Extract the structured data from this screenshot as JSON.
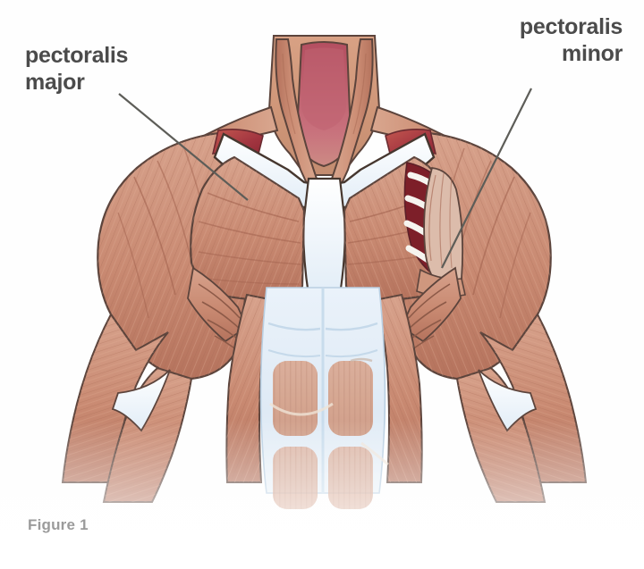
{
  "figure": {
    "caption": "Figure 1",
    "background_color": "#fefefe",
    "label_color": "#4b4b4b",
    "caption_color": "#9b9b9b",
    "subject": "anterior-chest-musculature"
  },
  "labels": [
    {
      "id": "pectoralis-major",
      "line1": "pectoralis",
      "line2": "major",
      "align": "left",
      "leader_from": [
        133,
        105
      ],
      "leader_to": [
        277,
        224
      ]
    },
    {
      "id": "pectoralis-minor",
      "line1": "pectoralis",
      "line2": "minor",
      "align": "right",
      "leader_from": [
        594,
        99
      ],
      "leader_to": [
        494,
        300
      ]
    }
  ],
  "palette": {
    "muscle_mid": "#c78a72",
    "muscle_light": "#d9a58f",
    "muscle_dark": "#ab6a55",
    "muscle_striation": "#b0715c",
    "outline": "#55403a",
    "tendon_white": "#f2f6fb",
    "fascia_blue": "#dfeaf5",
    "rib_white": "#f6f4ef",
    "deep_red": "#7d1f29",
    "shoulder_red": "#a83a46",
    "throat_pink": "#c05c6b",
    "skin": "#cf9275",
    "leader_line": "#5d5d58"
  },
  "anatomy_parts": [
    {
      "name": "neck",
      "label": "neck"
    },
    {
      "name": "sternocleidomastoid-left",
      "label": "sternocleidomastoid"
    },
    {
      "name": "sternocleidomastoid-right",
      "label": "sternocleidomastoid"
    },
    {
      "name": "clavicle-left",
      "label": "clavicle"
    },
    {
      "name": "clavicle-right",
      "label": "clavicle"
    },
    {
      "name": "sternum",
      "label": "sternum"
    },
    {
      "name": "deltoid-left",
      "label": "deltoid"
    },
    {
      "name": "deltoid-right",
      "label": "deltoid"
    },
    {
      "name": "pectoralis-major-left",
      "label": "pectoralis major"
    },
    {
      "name": "pectoralis-major-right",
      "label": "pectoralis major"
    },
    {
      "name": "pectoralis-minor-cutaway",
      "label": "pectoralis minor"
    },
    {
      "name": "ribs-cutaway",
      "label": "ribs"
    },
    {
      "name": "serratus-anterior-left",
      "label": "serratus anterior"
    },
    {
      "name": "serratus-anterior-right",
      "label": "serratus anterior"
    },
    {
      "name": "rectus-abdominis",
      "label": "rectus abdominis"
    },
    {
      "name": "external-oblique-left",
      "label": "external oblique"
    },
    {
      "name": "external-oblique-right",
      "label": "external oblique"
    },
    {
      "name": "biceps-left",
      "label": "biceps brachii"
    },
    {
      "name": "biceps-right",
      "label": "biceps brachii"
    },
    {
      "name": "triceps-left",
      "label": "triceps brachii"
    },
    {
      "name": "triceps-right",
      "label": "triceps brachii"
    }
  ]
}
